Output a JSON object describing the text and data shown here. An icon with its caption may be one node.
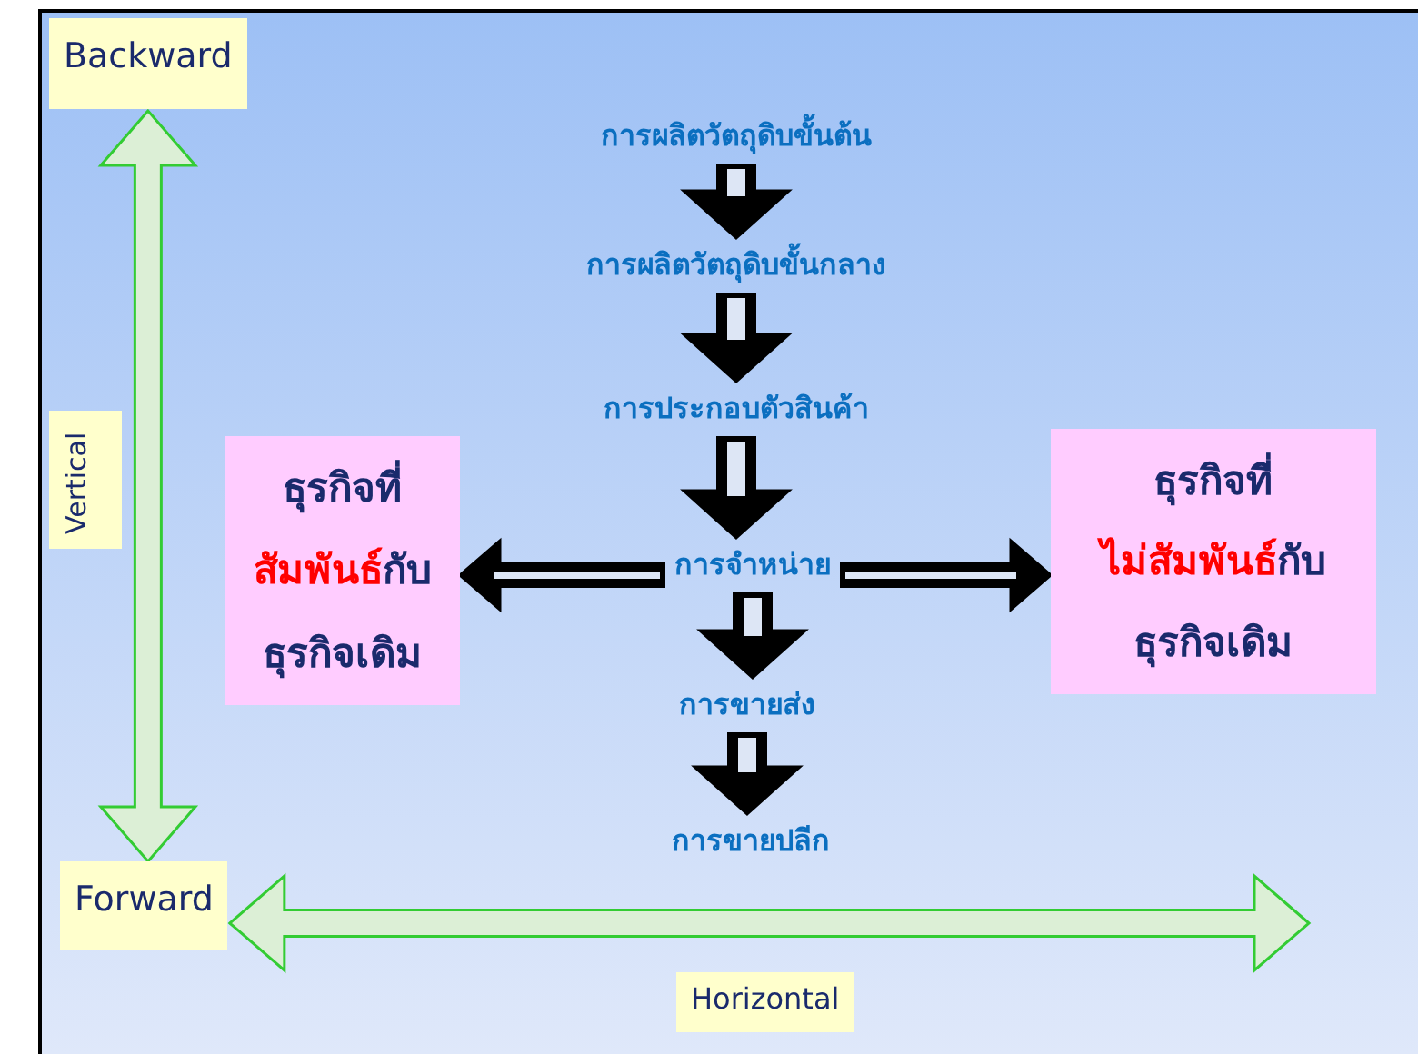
{
  "diagram": {
    "nodes": [
      {
        "text": [
          "Backward"
        ]
      },
      {
        "text": [
          "การผลิตวัตถุดิบขั้นต้น"
        ]
      },
      {
        "text": [
          "การผลิตวัตถุดิบขั้นกลาง"
        ]
      },
      {
        "text": [
          "การประกอบตัวสินค้า"
        ]
      },
      {
        "text": [
          "Vertical"
        ]
      },
      {
        "text": [
          "ธุรกิจที่",
          "**สัมพันธ์**กับ",
          "ธุรกิจเดิม"
        ]
      },
      {
        "text": [
          "การจำหน่าย"
        ]
      },
      {
        "text": [
          "ธุรกิจที่",
          "**ไม่สัมพันธ์**กับ",
          "ธุรกิจเดิม"
        ]
      },
      {
        "text": [
          "การขายส่ง"
        ]
      },
      {
        "text": [
          "การขายปลีก"
        ]
      },
      {
        "text": [
          "Forward"
        ]
      },
      {
        "text": [
          "Horizontal"
        ]
      }
    ],
    "edges": [
      {
        "from": 1,
        "to": 2,
        "arrow": "to"
      },
      {
        "from": 2,
        "to": 3,
        "arrow": "to"
      },
      {
        "from": 3,
        "to": 6,
        "arrow": "to"
      },
      {
        "from": 6,
        "to": 5,
        "arrow": "to"
      },
      {
        "from": 6,
        "to": 7,
        "arrow": "to"
      },
      {
        "from": 6,
        "to": 8,
        "arrow": "to"
      },
      {
        "from": 8,
        "to": 9,
        "arrow": "to"
      },
      {
        "from": 0,
        "to": 10,
        "arrow": "both",
        "color": "#33cc33"
      },
      {
        "from": 10,
        "to": null,
        "arrow": "both",
        "color": "#33cc33"
      }
    ]
  }
}
